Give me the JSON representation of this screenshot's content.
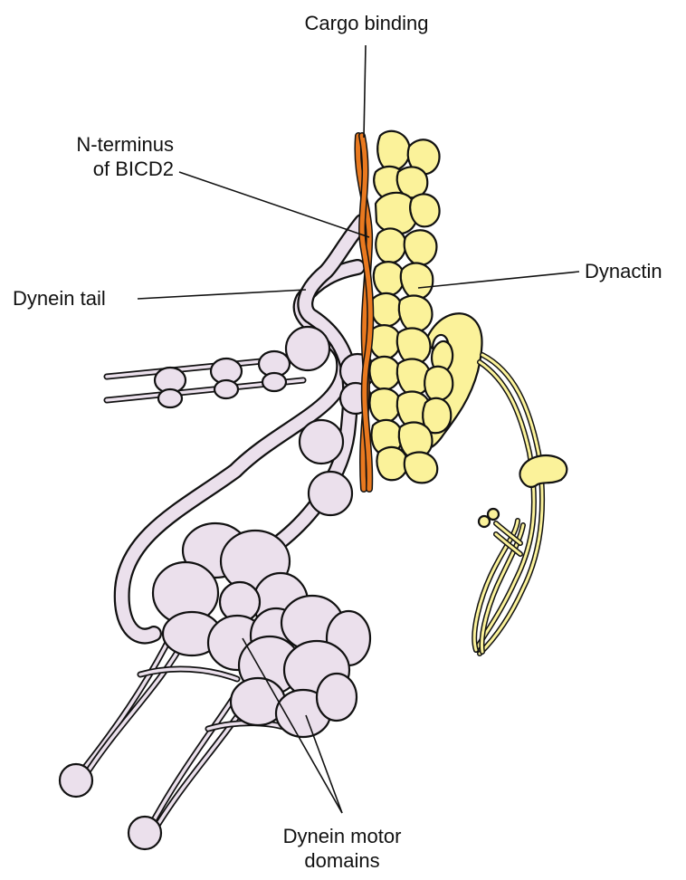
{
  "labels": {
    "cargo_binding": "Cargo binding",
    "n_terminus_line1": "N-terminus",
    "n_terminus_line2": "of BICD2",
    "dynein_tail": "Dynein tail",
    "dynactin": "Dynactin",
    "motor_line1": "Dynein motor",
    "motor_line2": "domains"
  },
  "colors": {
    "dynein": "#ebe0ec",
    "dynactin": "#fbf29a",
    "bicd2": "#e9791f",
    "outline": "#111111"
  }
}
